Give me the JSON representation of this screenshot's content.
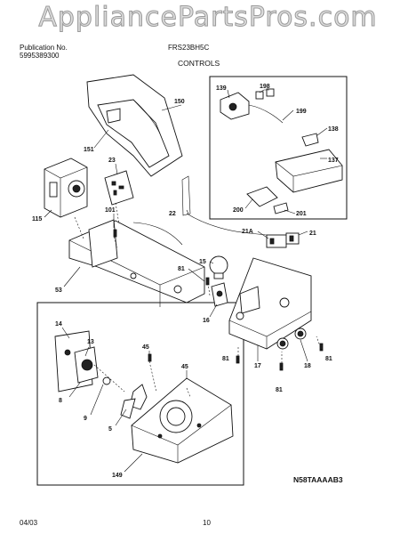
{
  "watermark": "AppliancePartsPros.com",
  "header": {
    "publication_label": "Publication No.",
    "publication_number": "5995389300",
    "model": "FRS23BH5C",
    "section": "CONTROLS"
  },
  "footer": {
    "date": "04/03",
    "page": "10",
    "diagram_code": "N58TAAAAB3"
  },
  "part_labels": [
    "150",
    "151",
    "139",
    "198",
    "199",
    "138",
    "137",
    "200",
    "201",
    "23",
    "22",
    "115",
    "101",
    "21A",
    "21",
    "15",
    "81",
    "53",
    "16",
    "17",
    "18",
    "14",
    "13",
    "45",
    "8",
    "9",
    "5",
    "149"
  ],
  "callouts": {
    "p150": "150",
    "p151": "151",
    "p139": "139",
    "p198": "198",
    "p199": "199",
    "p138": "138",
    "p137": "137",
    "p200": "200",
    "p201": "201",
    "p23": "23",
    "p22": "22",
    "p115": "115",
    "p101": "101",
    "p21a": "21A",
    "p21": "21",
    "p15": "15",
    "p81": "81",
    "p53": "53",
    "p16": "16",
    "p17": "17",
    "p18": "18",
    "p14": "14",
    "p13": "13",
    "p45": "45",
    "p8": "8",
    "p9": "9",
    "p5": "5",
    "p149": "149"
  }
}
